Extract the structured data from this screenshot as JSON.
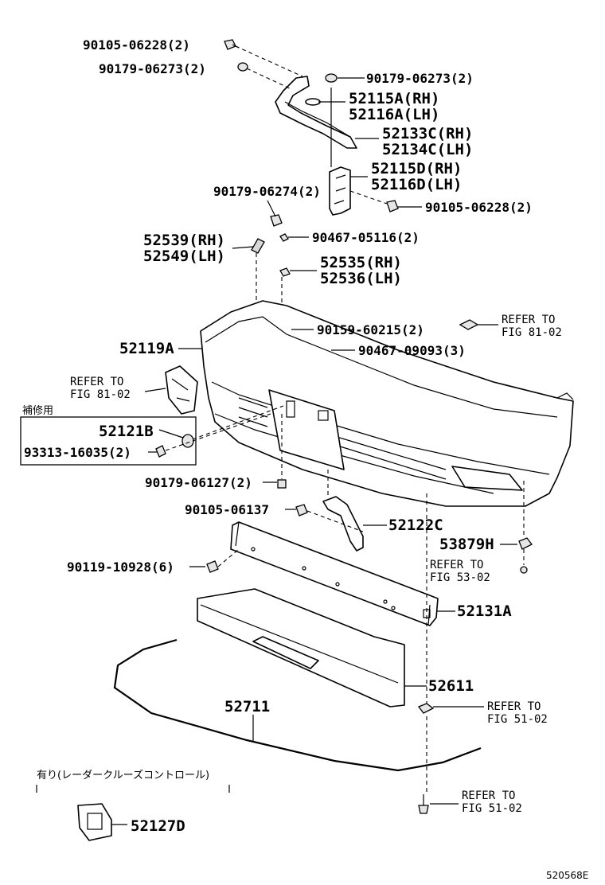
{
  "labels": {
    "p90105_06228_top": "90105-06228(2)",
    "p90179_06273_left": "90179-06273(2)",
    "p90179_06273_right": "90179-06273(2)",
    "p52115a": "52115A(RH)",
    "p52116a": "52116A(LH)",
    "p52133c": "52133C(RH)",
    "p52134c": "52134C(LH)",
    "p52115d": "52115D(RH)",
    "p52116d": "52116D(LH)",
    "p90179_06274": "90179-06274(2)",
    "p90105_06228_mid": "90105-06228(2)",
    "p52539": "52539(RH)",
    "p52549": "52549(LH)",
    "p90467_05116": "90467-05116(2)",
    "p52535": "52535(RH)",
    "p52536": "52536(LH)",
    "p90159_60215": "90159-60215(2)",
    "ref_81_02_right_1": "REFER TO",
    "ref_81_02_right_2": "FIG 81-02",
    "p52119a": "52119A",
    "p90467_09093": "90467-09093(3)",
    "ref_81_02_left_1": "REFER TO",
    "ref_81_02_left_2": "FIG 81-02",
    "repair_kit": "補修用",
    "p52121b": "52121B",
    "p93313_16035": "93313-16035(2)",
    "p90179_06127": "90179-06127(2)",
    "p90105_06137": "90105-06137",
    "p52122c": "52122C",
    "p53879h": "53879H",
    "ref_53_02_1": "REFER TO",
    "ref_53_02_2": "FIG 53-02",
    "p90119_10928": "90119-10928(6)",
    "p52131a": "52131A",
    "p52611": "52611",
    "ref_51_02_a_1": "REFER TO",
    "ref_51_02_a_2": "FIG 51-02",
    "p52711": "52711",
    "radar_note": "有り(レーダークルーズコントロール)",
    "ref_51_02_b_1": "REFER TO",
    "ref_51_02_b_2": "FIG 51-02",
    "p52127d": "52127D",
    "diagram_id": "520568E"
  }
}
